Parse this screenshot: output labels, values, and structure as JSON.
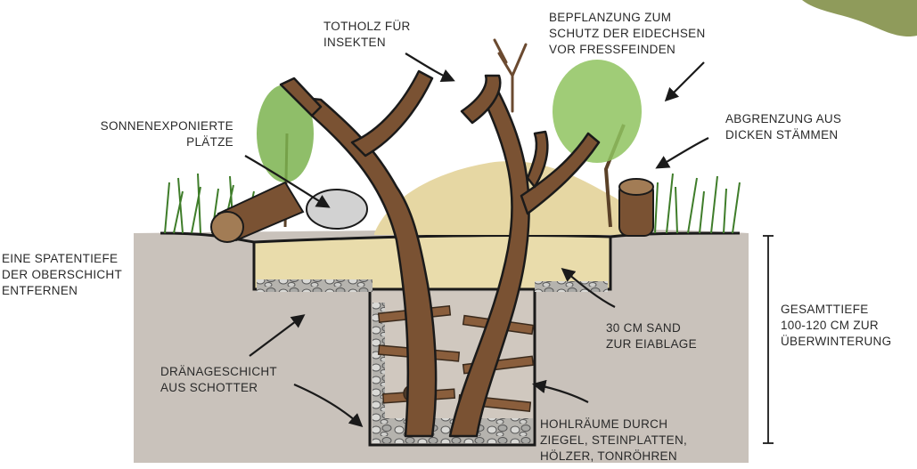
{
  "labels": {
    "totholz": [
      "TOTHOLZ FÜR",
      "INSEKTEN"
    ],
    "bepflanzung": [
      "BEPFLANZUNG ZUM",
      "SCHUTZ DER EIDECHSEN",
      "VOR FRESSFEINDEN"
    ],
    "sonne": [
      "SONNENEXPONIERTE",
      "PLÄTZE"
    ],
    "abgrenzung": [
      "ABGRENZUNG AUS",
      "DICKEN STÄMMEN"
    ],
    "spatentiefe": [
      "EINE SPATENTIEFE",
      "DER OBERSCHICHT",
      "ENTFERNEN"
    ],
    "sand": [
      "30 CM SAND",
      "ZUR EIABLAGE"
    ],
    "gesamttiefe": [
      "GESAMTTIEFE",
      "100-120 CM ZUR",
      "ÜBERWINTERUNG"
    ],
    "draenage": [
      "DRÄNAGESCHICHT",
      "AUS SCHOTTER"
    ],
    "hohlraeume": [
      "HOHLRÄUME DURCH",
      "ZIEGEL, STEINPLATTEN,",
      "HÖLZER, TONRÖHREN"
    ]
  },
  "colors": {
    "soil": "#c9c2bb",
    "sand": "#e9dcab",
    "grass": "#6fae4a",
    "wood": "#7a5233",
    "stone": "#9a9a9a"
  }
}
